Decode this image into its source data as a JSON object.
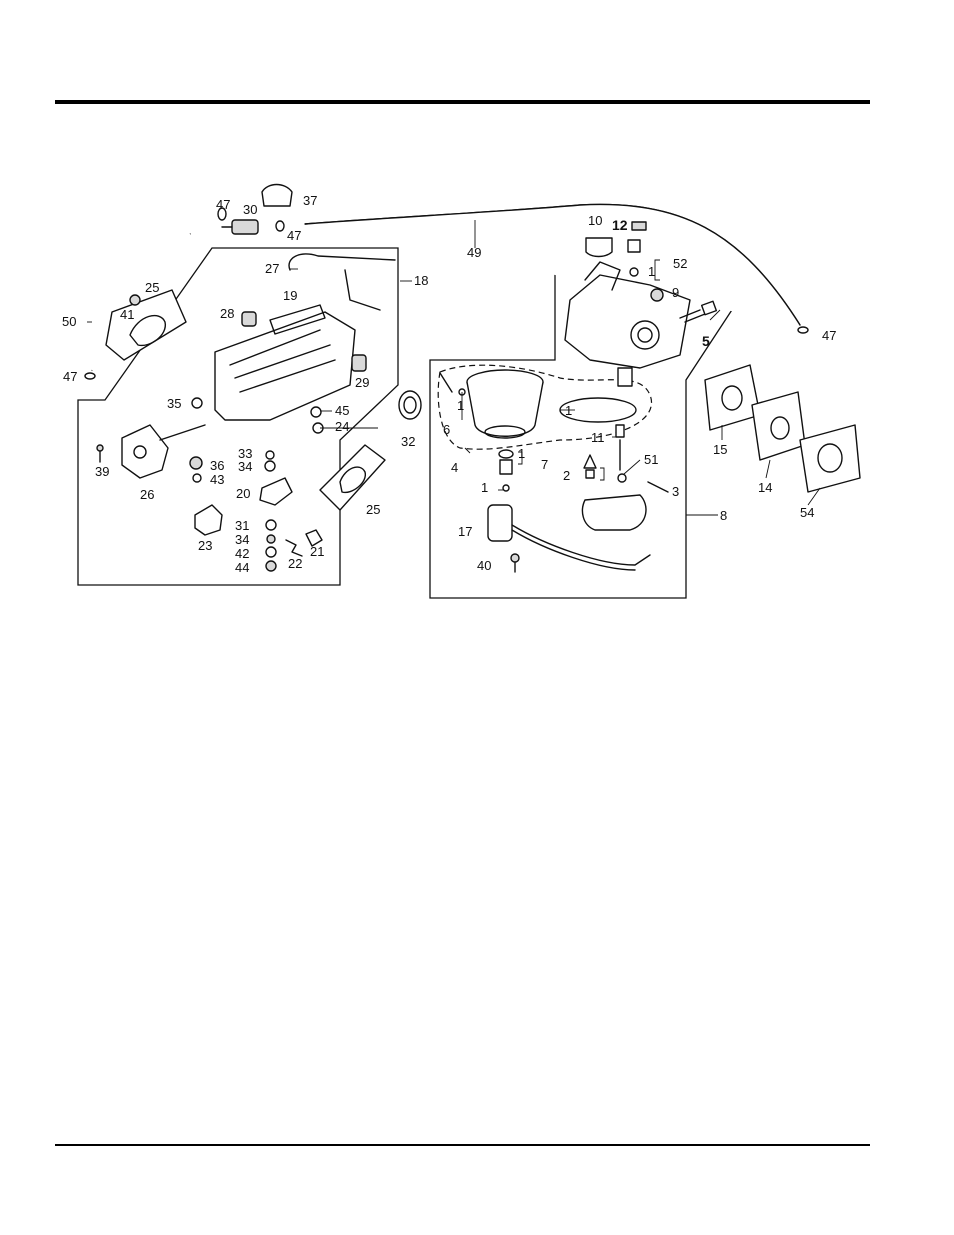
{
  "labels": {
    "l47a": "47",
    "l30": "30",
    "l37": "37",
    "l47b": "47",
    "l49": "49",
    "l10": "10",
    "l12": "12",
    "l52": "52",
    "l1a": "1",
    "l9": "9",
    "l5": "5",
    "l47c": "47",
    "l27": "27",
    "l18": "18",
    "l19": "19",
    "l28": "28",
    "l29": "29",
    "l50": "50",
    "l25a": "25",
    "l41": "41",
    "l47d": "47",
    "l35": "35",
    "l45": "45",
    "l24": "24",
    "l33": "33",
    "l34a": "34",
    "l39": "39",
    "l26": "26",
    "l36": "36",
    "l43": "43",
    "l20": "20",
    "l23": "23",
    "l31": "31",
    "l34b": "34",
    "l42": "42",
    "l44": "44",
    "l22": "22",
    "l21": "21",
    "l32": "32",
    "l25b": "25",
    "l6": "6",
    "l1b": "1",
    "l4": "4",
    "l1c": "1",
    "l11": "11",
    "l1d": "1",
    "l7": "7",
    "l1e": "1",
    "l2": "2",
    "l51": "51",
    "l3": "3",
    "l17": "17",
    "l40": "40",
    "l8": "8",
    "l15": "15",
    "l14": "14",
    "l54": "54"
  }
}
